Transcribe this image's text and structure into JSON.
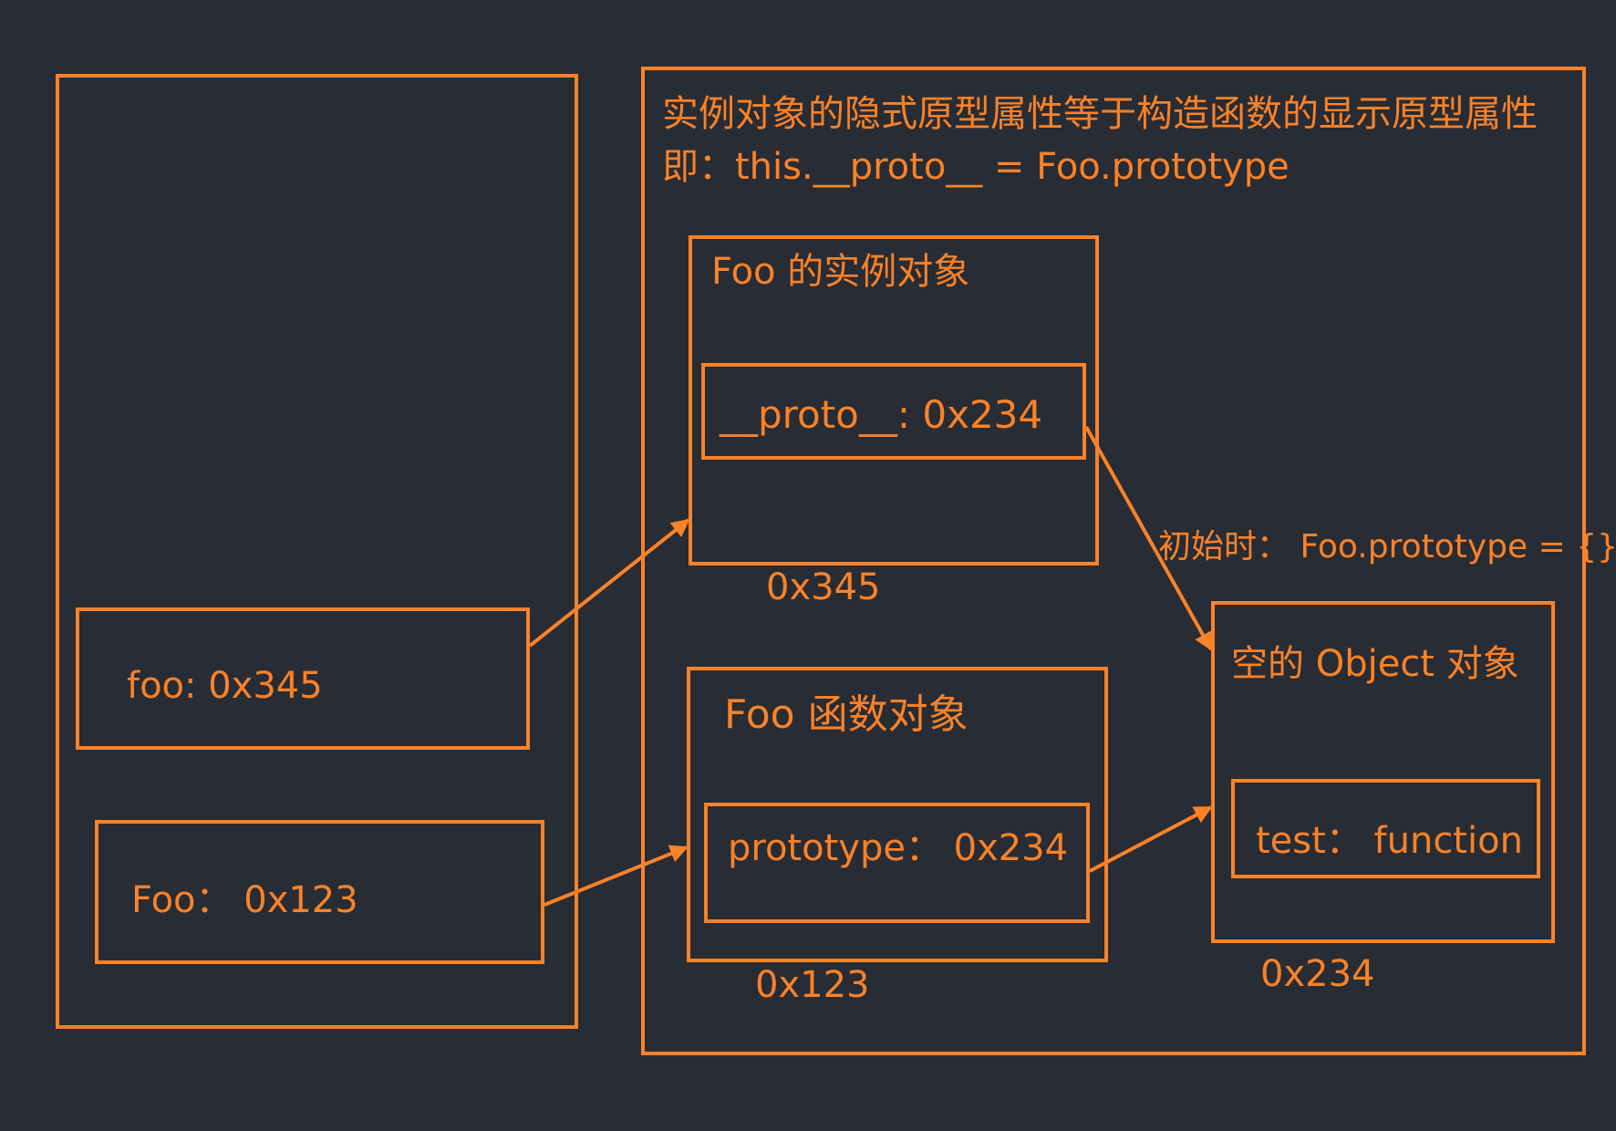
{
  "colors": {
    "background": "#282c34",
    "accent": "#fa8228"
  },
  "header": {
    "line1": "实例对象的隐式原型属性等于构造函数的显示原型属性",
    "line2": "即：this.__proto__ = Foo.prototype"
  },
  "stack": {
    "foo_var": "foo: 0x345",
    "Foo_var": "Foo：  0x123"
  },
  "instance": {
    "title": "Foo 的实例对象",
    "proto_field": "__proto__: 0x234",
    "address": "0x345"
  },
  "function_obj": {
    "title": "Foo  函数对象",
    "prototype_field": "prototype：  0x234",
    "address": "0x123"
  },
  "object": {
    "title": "空的 Object 对象",
    "test_field": "test：  function",
    "address": "0x234"
  },
  "note": "初始时：   Foo.prototype = {}"
}
